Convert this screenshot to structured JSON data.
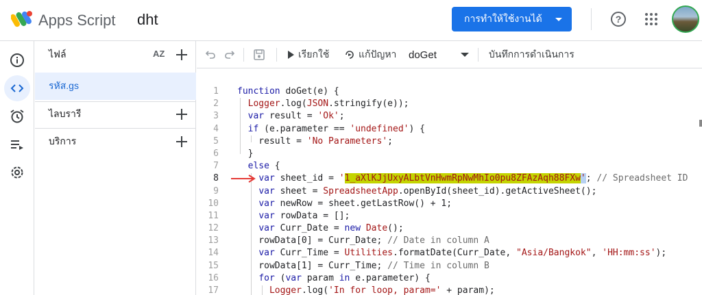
{
  "header": {
    "app_name": "Apps Script",
    "project_name": "dht",
    "deploy_label": "การทำให้ใช้งานได้",
    "help_glyph": "?"
  },
  "rail": {
    "icons": [
      "info-icon",
      "code-icon",
      "alarm-icon",
      "executions-icon",
      "settings-icon"
    ]
  },
  "files": {
    "title": "ไฟล์",
    "sort_label": "AZ",
    "items": [
      {
        "label": "รหัส.gs",
        "selected": true
      }
    ],
    "libraries_label": "ไลบรารี",
    "services_label": "บริการ"
  },
  "toolbar": {
    "run_label": "เรียกใช้",
    "debug_label": "แก้ปัญหา",
    "function_name": "doGet",
    "log_label": "บันทึกการดำเนินการ"
  },
  "editor": {
    "current_line": 8,
    "code": [
      "function doGet(e) {",
      "  Logger.log(JSON.stringify(e));",
      "  var result = 'Ok';",
      "  if (e.parameter == 'undefined') {",
      "    result = 'No Parameters';",
      "  }",
      "  else {",
      "    var sheet_id = '1_aXlKJjUxyALbtVnHwmRpNwMhIo0pu8ZFAzAqh88FXw'; // Spreadsheet ID",
      "    var sheet = SpreadsheetApp.openById(sheet_id).getActiveSheet();",
      "    var newRow = sheet.getLastRow() + 1;",
      "    var rowData = [];",
      "    var Curr_Date = new Date();",
      "    rowData[0] = Curr_Date; // Date in column A",
      "    var Curr_Time = Utilities.formatDate(Curr_Date, \"Asia/Bangkok\", 'HH:mm:ss');",
      "    rowData[1] = Curr_Time; // Time in column B",
      "    for (var param in e.parameter) {",
      "      Logger.log('In for loop, param=' + param);"
    ],
    "sheet_id_value": "1_aXlKJjUxyALbtVnHwmRpNwMhIo0pu8ZFAzAqh88FXw"
  },
  "colors": {
    "accent": "#1a73e8",
    "annotation_arrow": "#e53935",
    "highlight": "#c4d400"
  }
}
